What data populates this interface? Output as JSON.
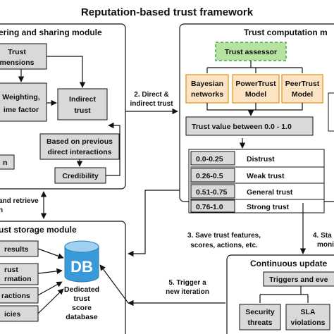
{
  "title": "Reputation-based trust framework",
  "modules": {
    "gathering": "ering and sharing module",
    "computation": "Trust computation m",
    "storage": "ust storage module",
    "update": "Continuous update"
  },
  "gathering": {
    "trust_dimensions": [
      "Trust",
      "mensions"
    ],
    "weighting": [
      "Weighting,",
      "ime factor"
    ],
    "indirect_trust": [
      "Indirect",
      "trust"
    ],
    "previous": [
      "Based on previous",
      "direct interactions"
    ],
    "credibility": "Credibility",
    "left_stub": "n"
  },
  "computation": {
    "assessor": "Trust assessor",
    "bayesian": [
      "Bayesian",
      "networks"
    ],
    "powertrust": [
      "PowerTrust",
      "Model"
    ],
    "peertrust": [
      "PeerTrust",
      "Model"
    ],
    "trust_value": "Trust value between 0.0 - 1.0",
    "levels": [
      {
        "range": "0.0-0.25",
        "label": "Distrust"
      },
      {
        "range": "0.26-0.5",
        "label": "Weak trust"
      },
      {
        "range": "0.51-0.75",
        "label": "General trust"
      },
      {
        "range": "0.76-1.0",
        "label": "Strong trust"
      }
    ]
  },
  "storage": {
    "items": [
      "results",
      [
        "rust",
        "rmation"
      ],
      "ractions",
      "icies"
    ],
    "db_icon": "DB",
    "db_label": [
      "Dedicated",
      "trust",
      "score",
      "database"
    ]
  },
  "update": {
    "triggers": "Triggers and eve",
    "security": [
      "Security",
      "threats"
    ],
    "sla": [
      "SLA",
      "violations"
    ]
  },
  "edges": {
    "direct_indirect": [
      "2. Direct &",
      "indirect trust"
    ],
    "store_retrieve": [
      "and retrieve",
      "n"
    ],
    "save": [
      "3. Save trust features,",
      "scores, actions, etc."
    ],
    "trigger_iter": [
      "5. Trigger a",
      "new iteration"
    ],
    "step4": [
      "4. Sta",
      "moni"
    ]
  },
  "colors": {
    "gray_box": "#d9d9d9",
    "orange_box": "#fce3c4",
    "orange_border": "#e8a33d",
    "green_box": "#b6e3a1",
    "green_border": "#4ca64c",
    "db_blue": "#3a9ad9",
    "db_top": "#9fd0f0"
  }
}
